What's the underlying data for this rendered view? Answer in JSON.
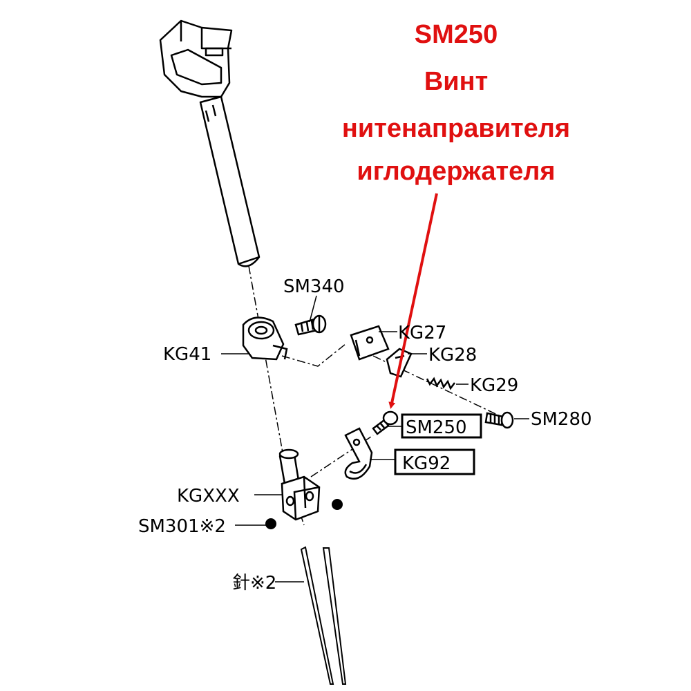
{
  "title": {
    "code": "SM250",
    "line1": "Винт",
    "line2": "нитенаправителя",
    "line3": "иглодержателя",
    "color": "#e01010"
  },
  "parts": {
    "sm340": "SM340",
    "kg27": "KG27",
    "kg41": "KG41",
    "kg28": "KG28",
    "kg29": "KG29",
    "sm250": "SM250",
    "sm280": "SM280",
    "kg92": "KG92",
    "kgxxx": "KGXXX",
    "sm301": "SM301※2",
    "needle": "針※2"
  },
  "highlighted_parts": [
    "SM250",
    "KG92"
  ]
}
